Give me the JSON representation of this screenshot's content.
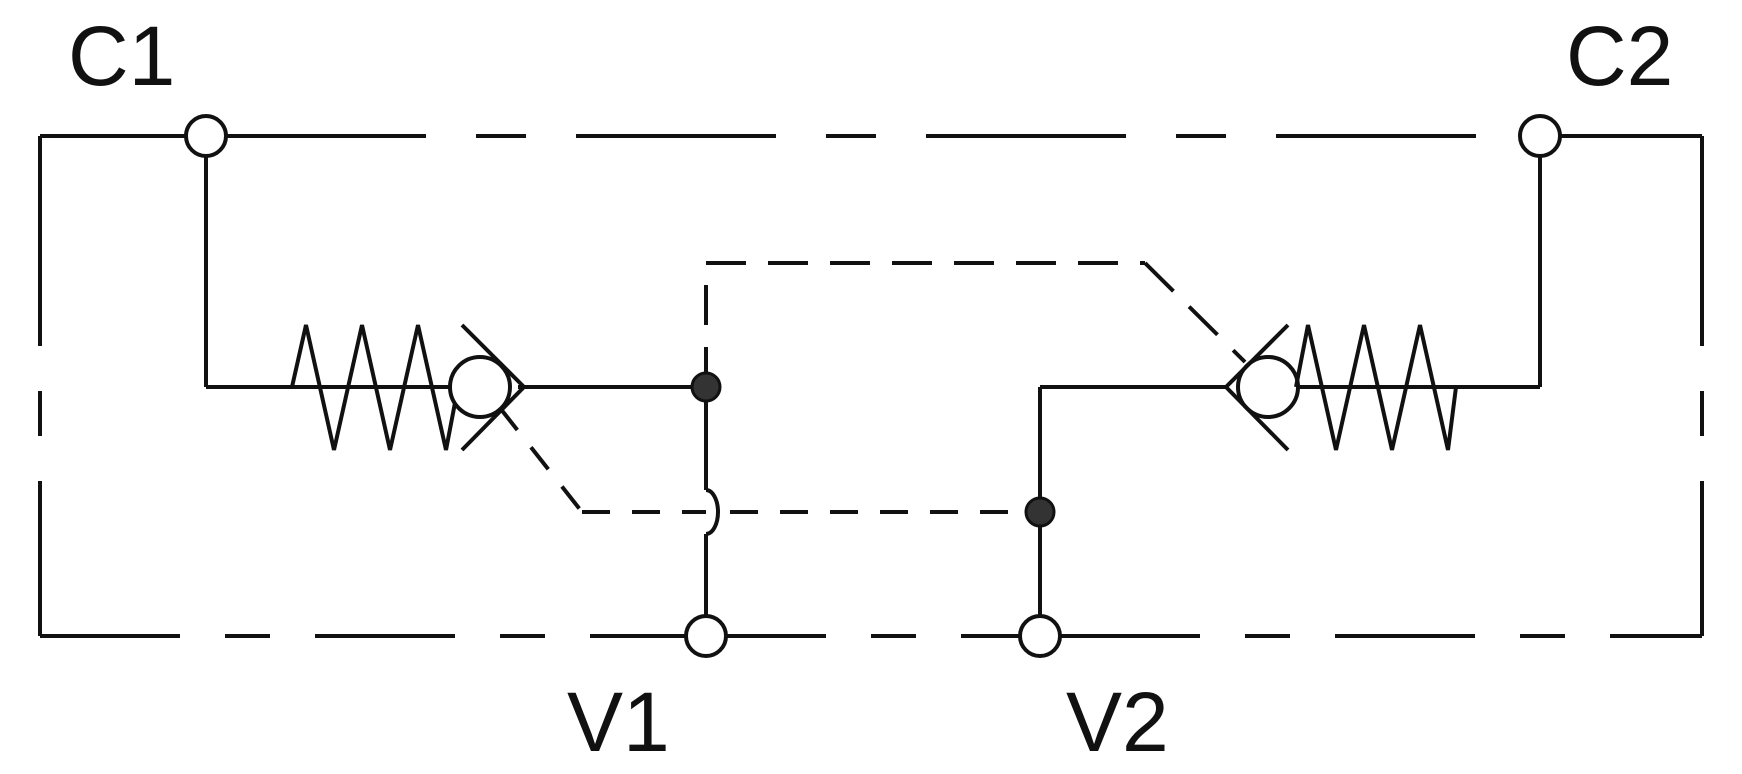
{
  "ports": {
    "c1": "C1",
    "c2": "C2",
    "v1": "V1",
    "v2": "V2"
  },
  "colors": {
    "line": "#111111",
    "junction_fill": "#333333",
    "background": "#ffffff"
  }
}
